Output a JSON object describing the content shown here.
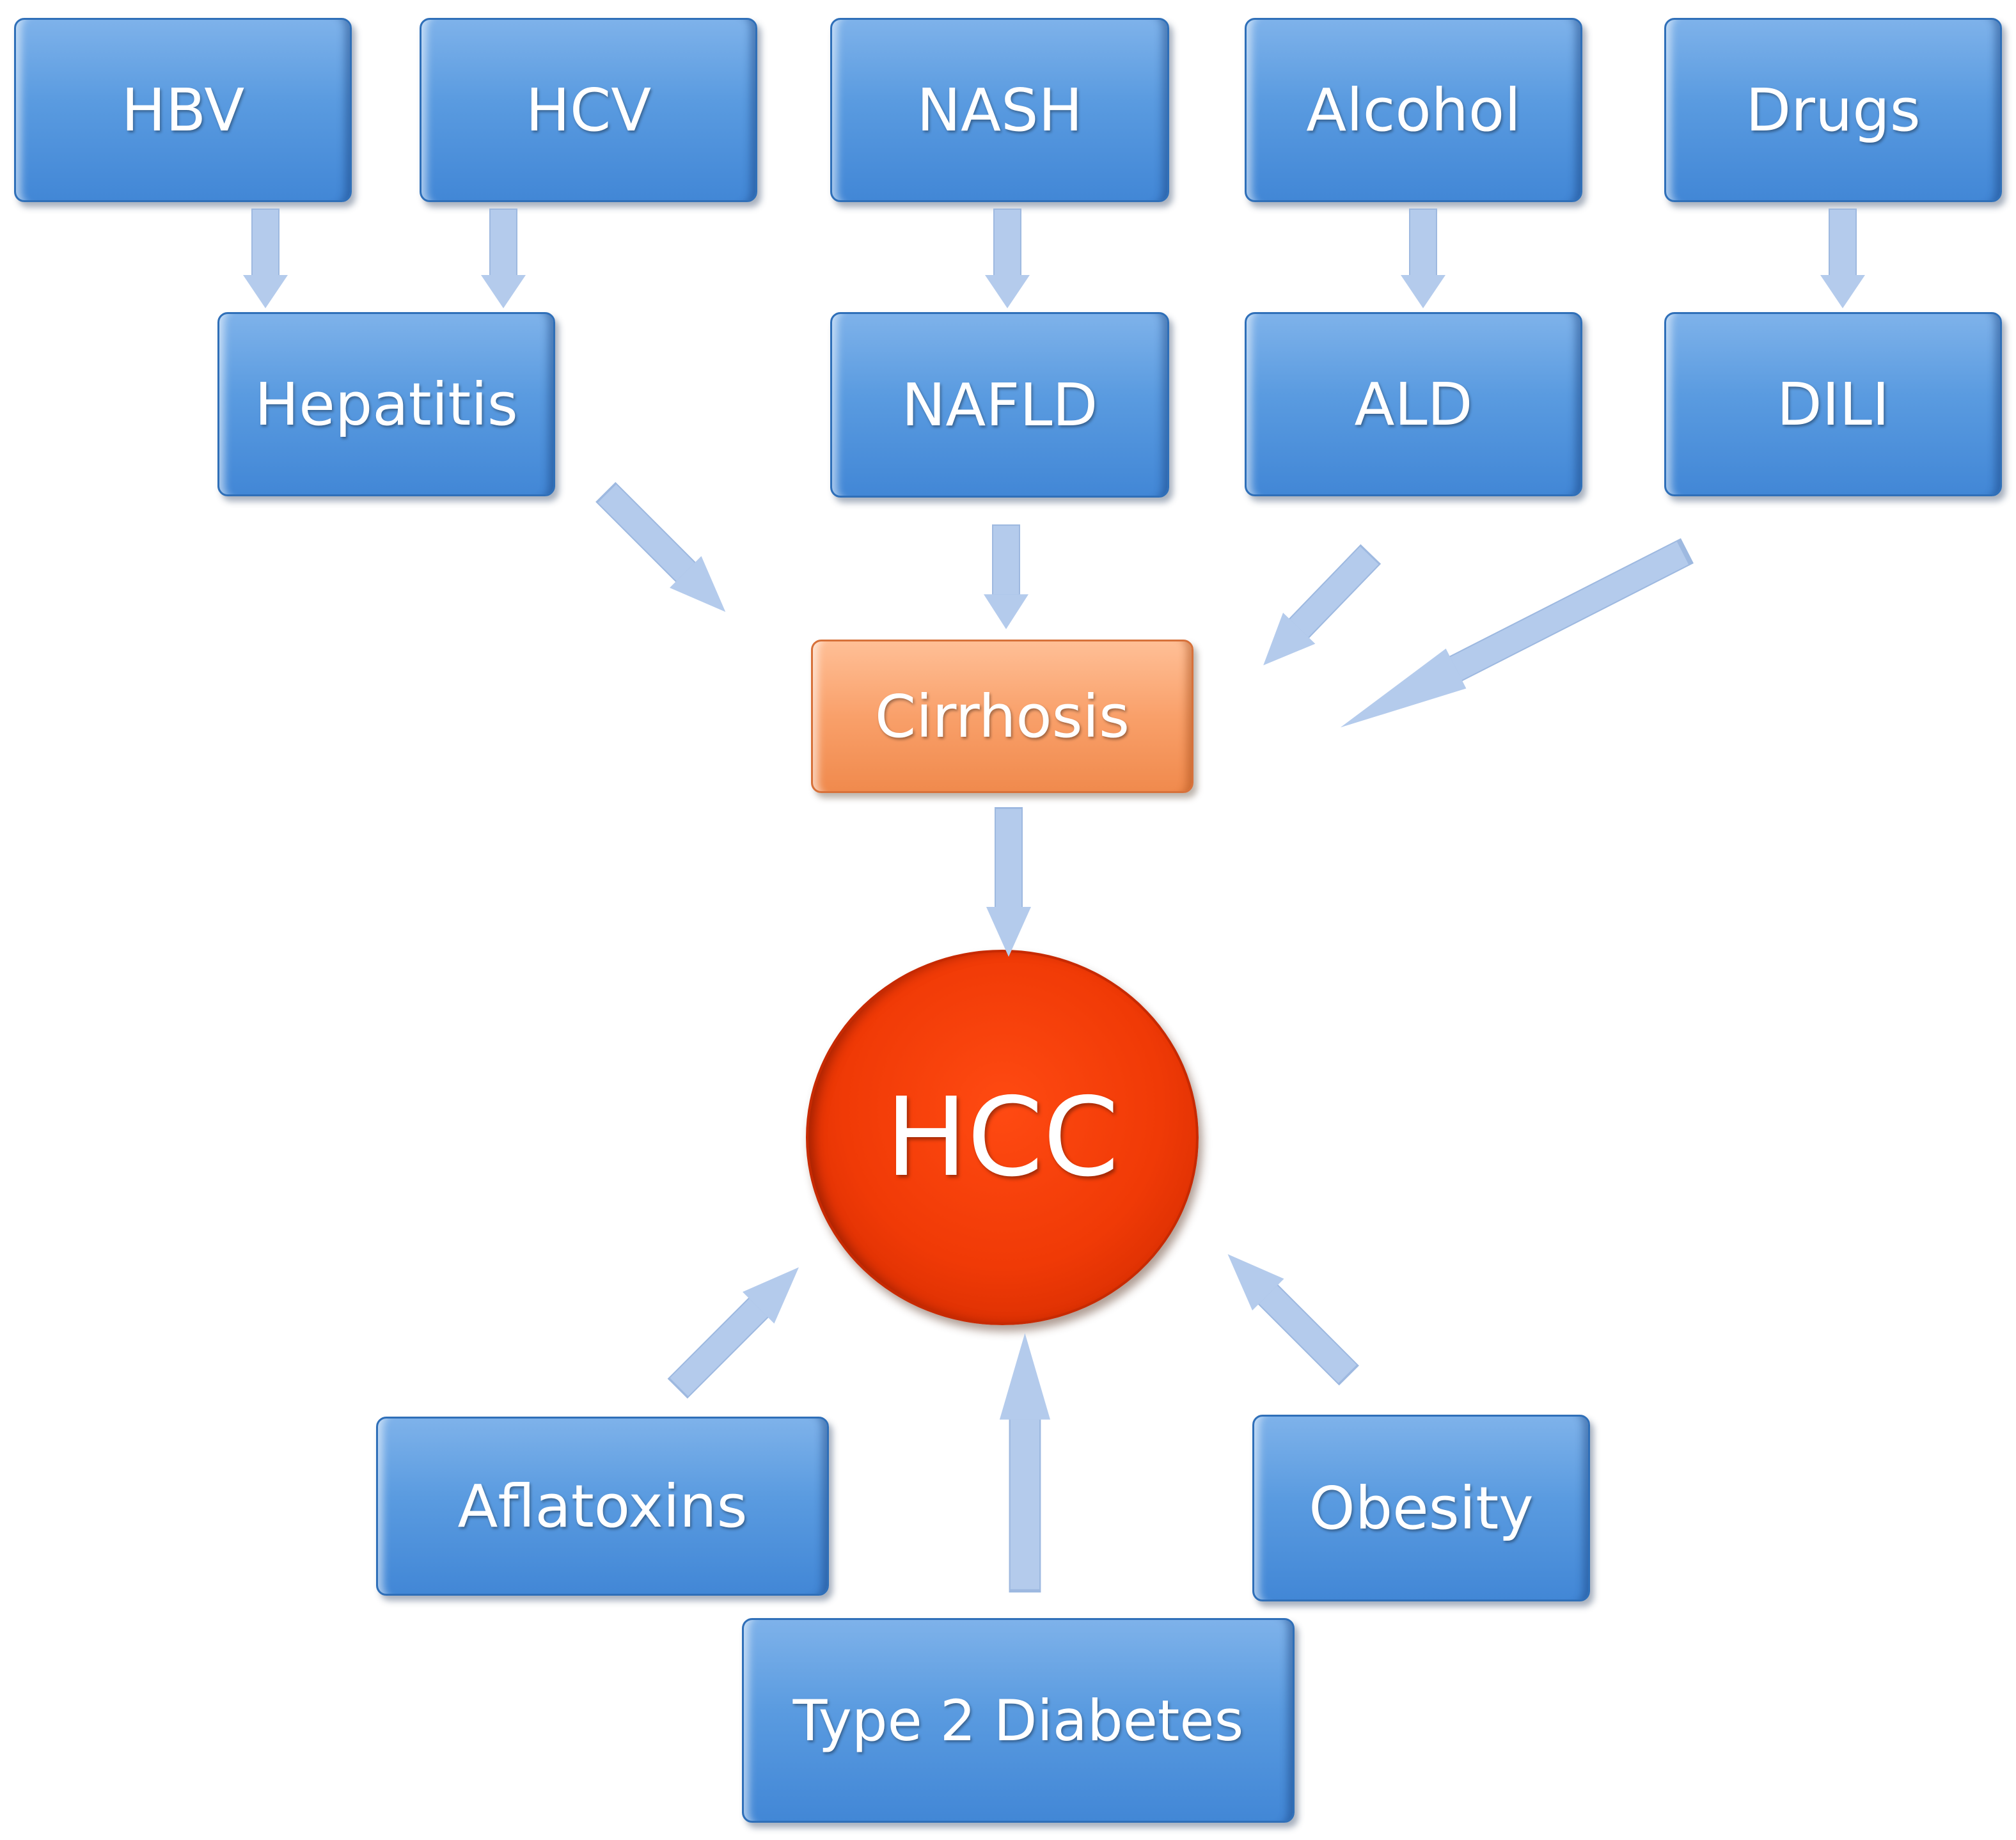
{
  "diagram": {
    "causes": {
      "hbv": "HBV",
      "hcv": "HCV",
      "nash": "NASH",
      "alcohol": "Alcohol",
      "drugs": "Drugs"
    },
    "diseases": {
      "hepatitis": "Hepatitis",
      "nafld": "NAFLD",
      "ald": "ALD",
      "dili": "DILI"
    },
    "intermediate": "Cirrhosis",
    "outcome": "HCC",
    "other_risk_factors": {
      "aflatoxins": "Aflatoxins",
      "type2_diabetes": "Type 2 Diabetes",
      "obesity": "Obesity"
    },
    "colors": {
      "box_blue": "#5a9be0",
      "box_orange": "#f9a06a",
      "hcc_red": "#f03a06",
      "arrow": "#b4cbec"
    },
    "edges": [
      [
        "HBV",
        "Hepatitis"
      ],
      [
        "HCV",
        "Hepatitis"
      ],
      [
        "NASH",
        "NAFLD"
      ],
      [
        "Alcohol",
        "ALD"
      ],
      [
        "Drugs",
        "DILI"
      ],
      [
        "Hepatitis",
        "Cirrhosis"
      ],
      [
        "NAFLD",
        "Cirrhosis"
      ],
      [
        "ALD",
        "Cirrhosis"
      ],
      [
        "DILI",
        "Cirrhosis"
      ],
      [
        "Cirrhosis",
        "HCC"
      ],
      [
        "Aflatoxins",
        "HCC"
      ],
      [
        "Type 2 Diabetes",
        "HCC"
      ],
      [
        "Obesity",
        "HCC"
      ]
    ]
  }
}
